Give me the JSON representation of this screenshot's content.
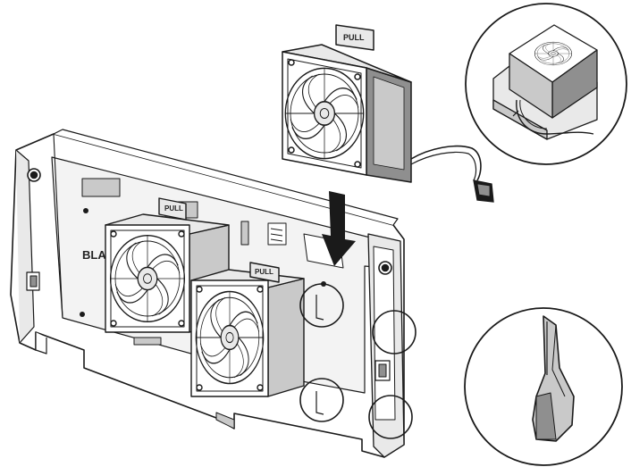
{
  "labels": {
    "pull_top_fan": "PULL",
    "pull_left_fan": "PULL",
    "pull_right_fan": "PULL",
    "chassis_partial": "BLA"
  },
  "colors": {
    "line": "#1a1a1a",
    "fill_light": "#e9e9e9",
    "fill_mid": "#c9c9c9",
    "fill_dark": "#8f8f8f",
    "background": "#ffffff"
  },
  "icons": {
    "arrow": "arrow-down-icon",
    "fan": "fan-icon",
    "connector": "connector-icon",
    "latch": "latch-icon"
  }
}
